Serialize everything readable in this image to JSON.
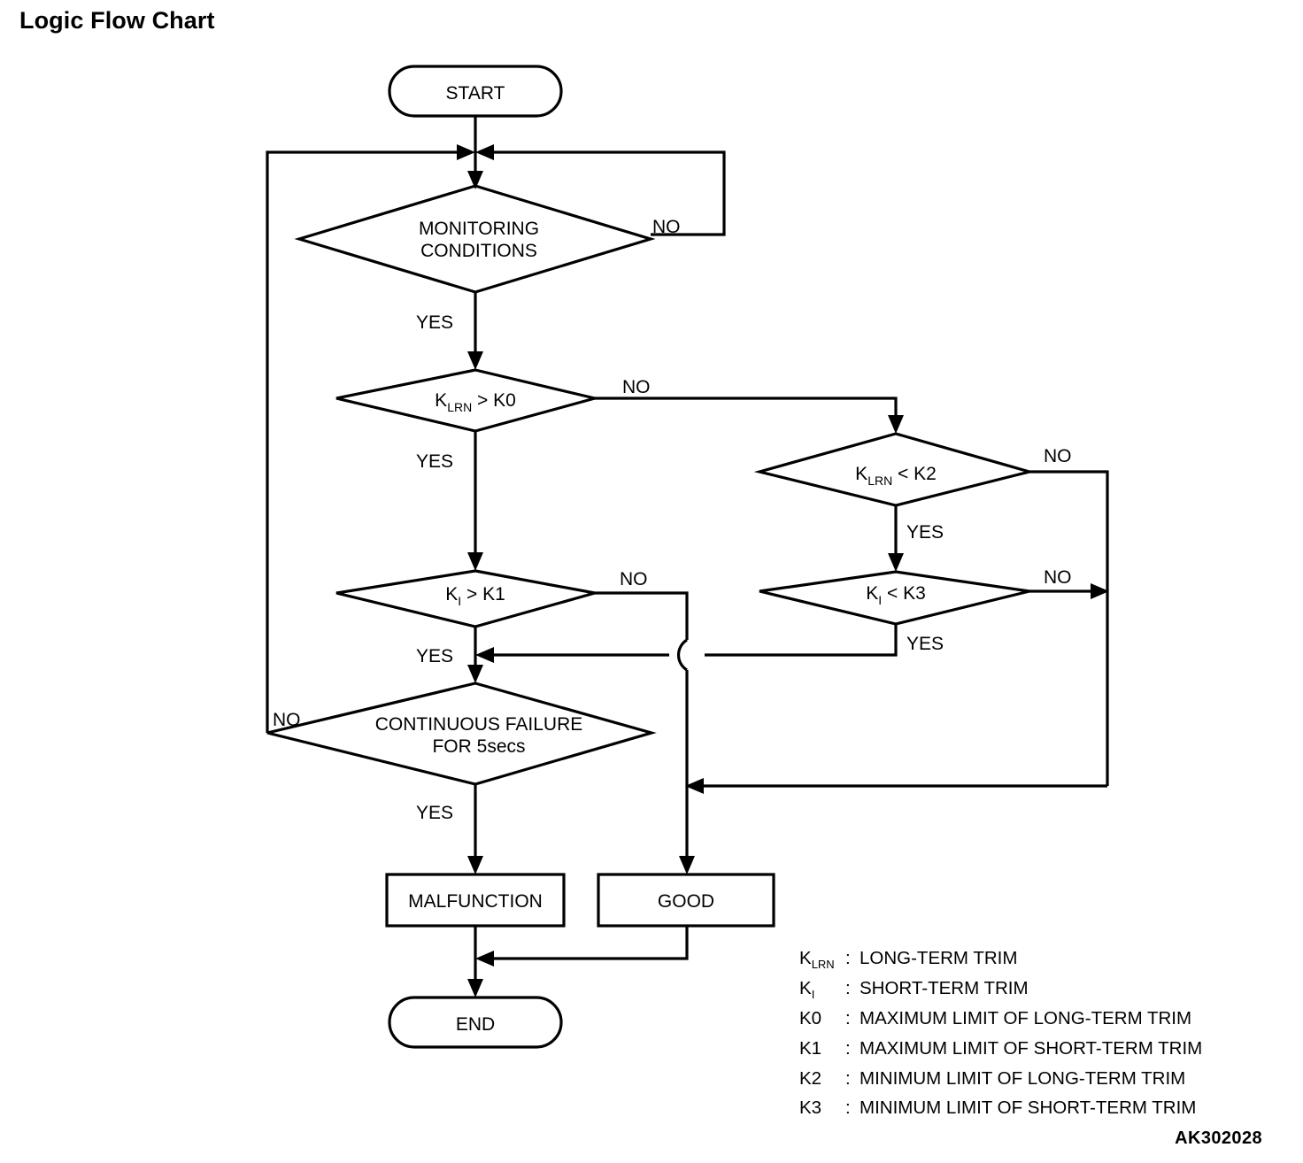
{
  "page": {
    "title": "Logic Flow Chart",
    "doc_code": "AK302028"
  },
  "chart_data": {
    "type": "diagram",
    "title": "Logic Flow Chart",
    "nodes": [
      {
        "id": "start",
        "shape": "terminator",
        "label": "START"
      },
      {
        "id": "monitoring",
        "shape": "decision",
        "label": "MONITORING CONDITIONS",
        "line1": "MONITORING",
        "line2": "CONDITIONS"
      },
      {
        "id": "klrn_gt_k0",
        "shape": "decision",
        "label": "KLRN > K0",
        "base": "K",
        "subscript": "LRN",
        "tail": " > K0"
      },
      {
        "id": "ki_gt_k1",
        "shape": "decision",
        "label": "KI > K1",
        "base": "K",
        "subscript": "I",
        "tail": " > K1"
      },
      {
        "id": "klrn_lt_k2",
        "shape": "decision",
        "label": "KLRN < K2",
        "base": "K",
        "subscript": "LRN",
        "tail": " < K2"
      },
      {
        "id": "ki_lt_k3",
        "shape": "decision",
        "label": "KI < K3",
        "base": "K",
        "subscript": "I",
        "tail": " < K3"
      },
      {
        "id": "cont_fail",
        "shape": "decision",
        "label": "CONTINUOUS FAILURE FOR 5secs",
        "line1": "CONTINUOUS FAILURE",
        "line2": "FOR 5secs"
      },
      {
        "id": "malfunction",
        "shape": "process",
        "label": "MALFUNCTION"
      },
      {
        "id": "good",
        "shape": "process",
        "label": "GOOD"
      },
      {
        "id": "end",
        "shape": "terminator",
        "label": "END"
      }
    ],
    "edges": [
      {
        "from": "start",
        "to": "monitoring",
        "label": ""
      },
      {
        "from": "monitoring",
        "to": "monitoring",
        "label": "NO"
      },
      {
        "from": "monitoring",
        "to": "klrn_gt_k0",
        "label": "YES"
      },
      {
        "from": "klrn_gt_k0",
        "to": "klrn_lt_k2",
        "label": "NO"
      },
      {
        "from": "klrn_gt_k0",
        "to": "ki_gt_k1",
        "label": "YES"
      },
      {
        "from": "ki_gt_k1",
        "to": "good",
        "label": "NO"
      },
      {
        "from": "ki_gt_k1",
        "to": "cont_fail",
        "label": "YES"
      },
      {
        "from": "klrn_lt_k2",
        "to": "good",
        "label": "NO"
      },
      {
        "from": "klrn_lt_k2",
        "to": "ki_lt_k3",
        "label": "YES"
      },
      {
        "from": "ki_lt_k3",
        "to": "good",
        "label": "NO"
      },
      {
        "from": "ki_lt_k3",
        "to": "cont_fail",
        "label": "YES"
      },
      {
        "from": "cont_fail",
        "to": "monitoring",
        "label": "NO"
      },
      {
        "from": "cont_fail",
        "to": "malfunction",
        "label": "YES"
      },
      {
        "from": "malfunction",
        "to": "end",
        "label": ""
      },
      {
        "from": "good",
        "to": "end",
        "label": ""
      }
    ],
    "edge_labels": {
      "monitoring_no": "NO",
      "monitoring_yes": "YES",
      "klrn_gt_k0_no": "NO",
      "klrn_gt_k0_yes": "YES",
      "ki_gt_k1_no": "NO",
      "ki_gt_k1_yes": "YES",
      "klrn_lt_k2_no": "NO",
      "klrn_lt_k2_yes": "YES",
      "ki_lt_k3_no": "NO",
      "ki_lt_k3_yes": "YES",
      "cont_fail_no": "NO",
      "cont_fail_yes": "YES"
    }
  },
  "legend": {
    "rows": [
      {
        "key_base": "K",
        "key_sub": "LRN",
        "key_tail": "",
        "sep": ":",
        "desc": "LONG-TERM TRIM"
      },
      {
        "key_base": "K",
        "key_sub": "I",
        "key_tail": "",
        "sep": ":",
        "desc": "SHORT-TERM TRIM"
      },
      {
        "key_base": "K0",
        "key_sub": "",
        "key_tail": "",
        "sep": ":",
        "desc": "MAXIMUM LIMIT OF LONG-TERM TRIM"
      },
      {
        "key_base": "K1",
        "key_sub": "",
        "key_tail": "",
        "sep": ":",
        "desc": "MAXIMUM LIMIT OF SHORT-TERM TRIM"
      },
      {
        "key_base": "K2",
        "key_sub": "",
        "key_tail": "",
        "sep": ":",
        "desc": "MINIMUM LIMIT OF LONG-TERM TRIM"
      },
      {
        "key_base": "K3",
        "key_sub": "",
        "key_tail": "",
        "sep": ":",
        "desc": "MINIMUM LIMIT OF SHORT-TERM TRIM"
      }
    ]
  }
}
